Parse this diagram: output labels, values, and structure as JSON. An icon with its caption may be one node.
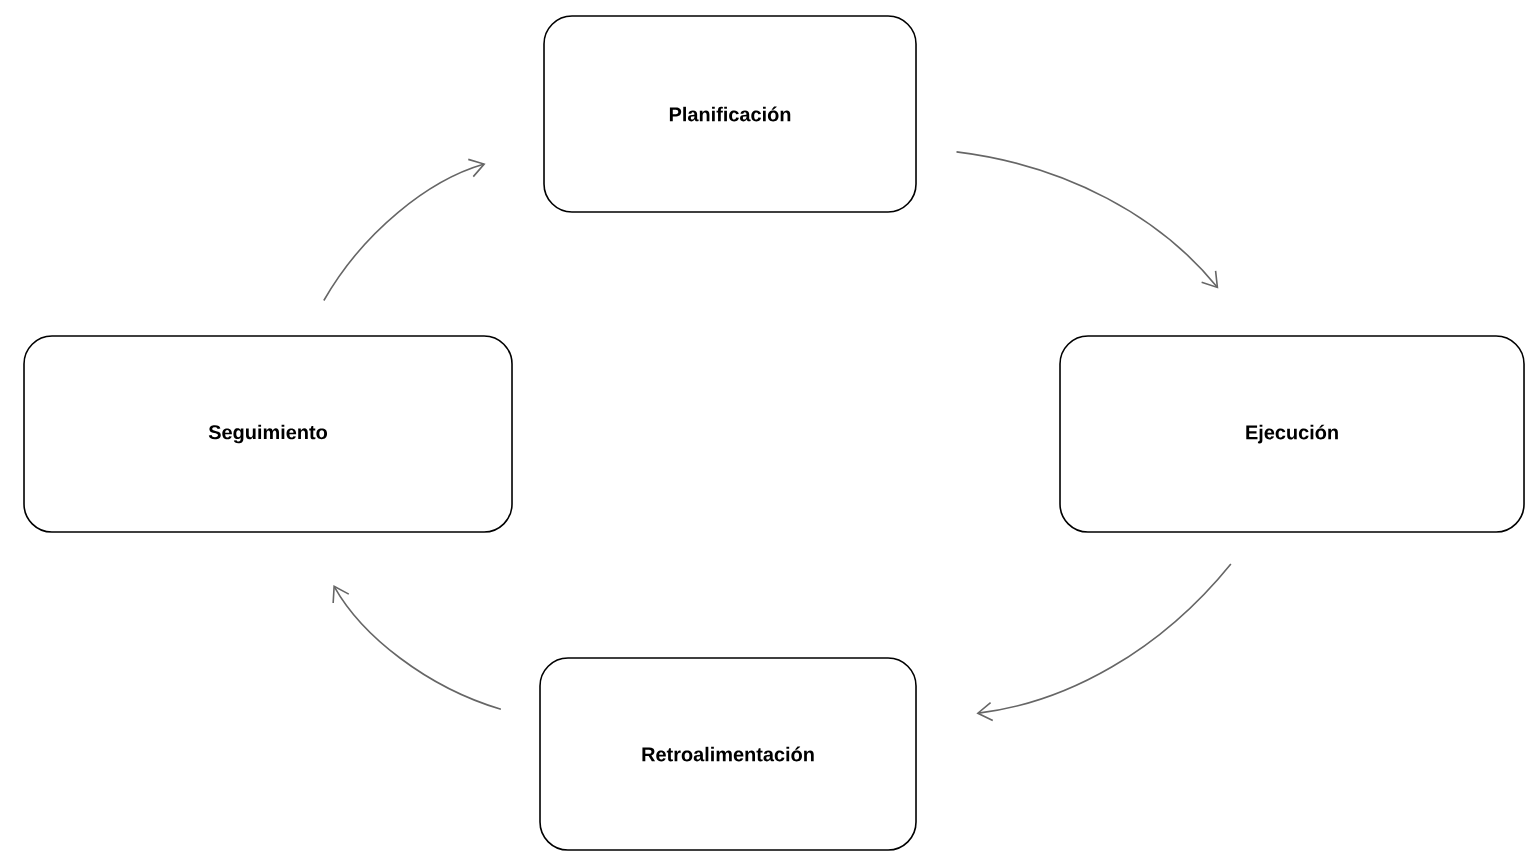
{
  "diagram": {
    "nodes": [
      {
        "text": [
          "Planificación"
        ]
      },
      {
        "text": [
          "Seguimiento"
        ]
      },
      {
        "text": [
          "Ejecución"
        ]
      },
      {
        "text": [
          "Retroalimentación"
        ]
      }
    ],
    "edges": [
      {
        "from": 1,
        "to": 0,
        "arrow": "to"
      },
      {
        "from": 0,
        "to": 2,
        "arrow": "to"
      },
      {
        "from": 2,
        "to": 3,
        "arrow": "to"
      },
      {
        "from": 3,
        "to": 1,
        "arrow": "to"
      }
    ]
  }
}
